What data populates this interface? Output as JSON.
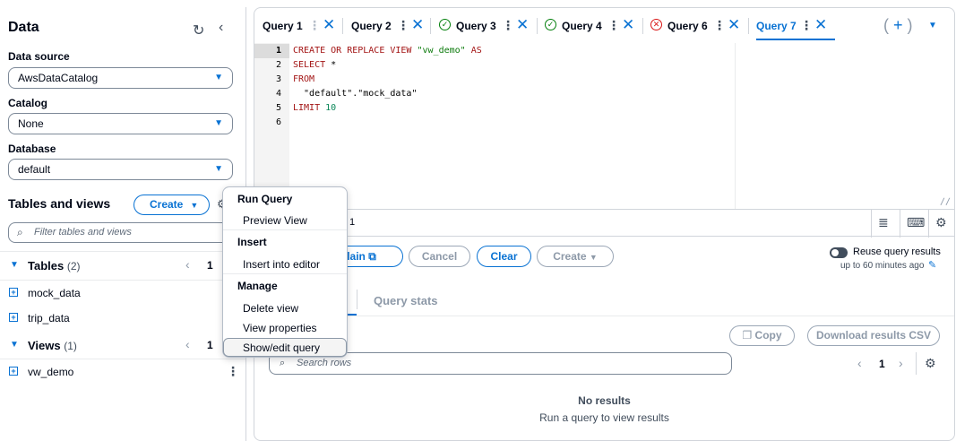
{
  "left_panel": {
    "title": "Data",
    "refresh_icon": "refresh-icon",
    "collapse_icon": "chevron-left-icon",
    "data_source": {
      "label": "Data source",
      "value": "AwsDataCatalog"
    },
    "catalog": {
      "label": "Catalog",
      "value": "None"
    },
    "database": {
      "label": "Database",
      "value": "default"
    },
    "tables_and_views": {
      "title": "Tables and views",
      "create_label": "Create",
      "filter_placeholder": "Filter tables and views"
    },
    "tables": {
      "label": "Tables",
      "count": "(2)",
      "page": "1",
      "items": [
        "mock_data",
        "trip_data"
      ]
    },
    "views": {
      "label": "Views",
      "count": "(1)",
      "page": "1",
      "items": [
        "vw_demo"
      ]
    }
  },
  "context_menu": {
    "groups": [
      {
        "title": "Run Query",
        "items": [
          "Preview View"
        ]
      },
      {
        "title": "Insert",
        "items": [
          "Insert into editor"
        ]
      },
      {
        "title": "Manage",
        "items": [
          "Delete view",
          "View properties",
          "Show/edit query"
        ]
      }
    ],
    "highlighted": "Show/edit query"
  },
  "tabs": [
    {
      "label": "Query 1",
      "status": "none"
    },
    {
      "label": "Query 2",
      "status": "none"
    },
    {
      "label": "Query 3",
      "status": "success"
    },
    {
      "label": "Query 4",
      "status": "success"
    },
    {
      "label": "Query 6",
      "status": "error"
    },
    {
      "label": "Query 7",
      "status": "none",
      "active": true
    }
  ],
  "editor": {
    "line_numbers": [
      "1",
      "2",
      "3",
      "4",
      "5",
      "6"
    ],
    "active_line": "1",
    "lines": {
      "l1_kw": "CREATE OR REPLACE VIEW ",
      "l1_str": "\"vw_demo\"",
      "l1_kw2": " AS",
      "l2_kw": "SELECT",
      "l2_plain": " *",
      "l3_kw": "FROM",
      "l4_str": "  \"default\".\"mock_data\"",
      "l5_kw": "LIMIT ",
      "l5_num": "10"
    }
  },
  "status_bar": {
    "position": "1"
  },
  "actions": {
    "explain_label": "xplain",
    "cancel_label": "Cancel",
    "clear_label": "Clear",
    "create_label": "Create",
    "reuse_label": "Reuse query results",
    "reuse_sub": "up to 60 minutes ago"
  },
  "results": {
    "stats_tab": "Query stats",
    "copy_label": "Copy",
    "download_label": "Download results CSV",
    "search_placeholder": "Search rows",
    "page": "1",
    "empty_title": "No results",
    "empty_sub": "Run a query to view results"
  },
  "colors": {
    "accent": "#0972d3",
    "success": "#037f0c",
    "error": "#d91515"
  }
}
